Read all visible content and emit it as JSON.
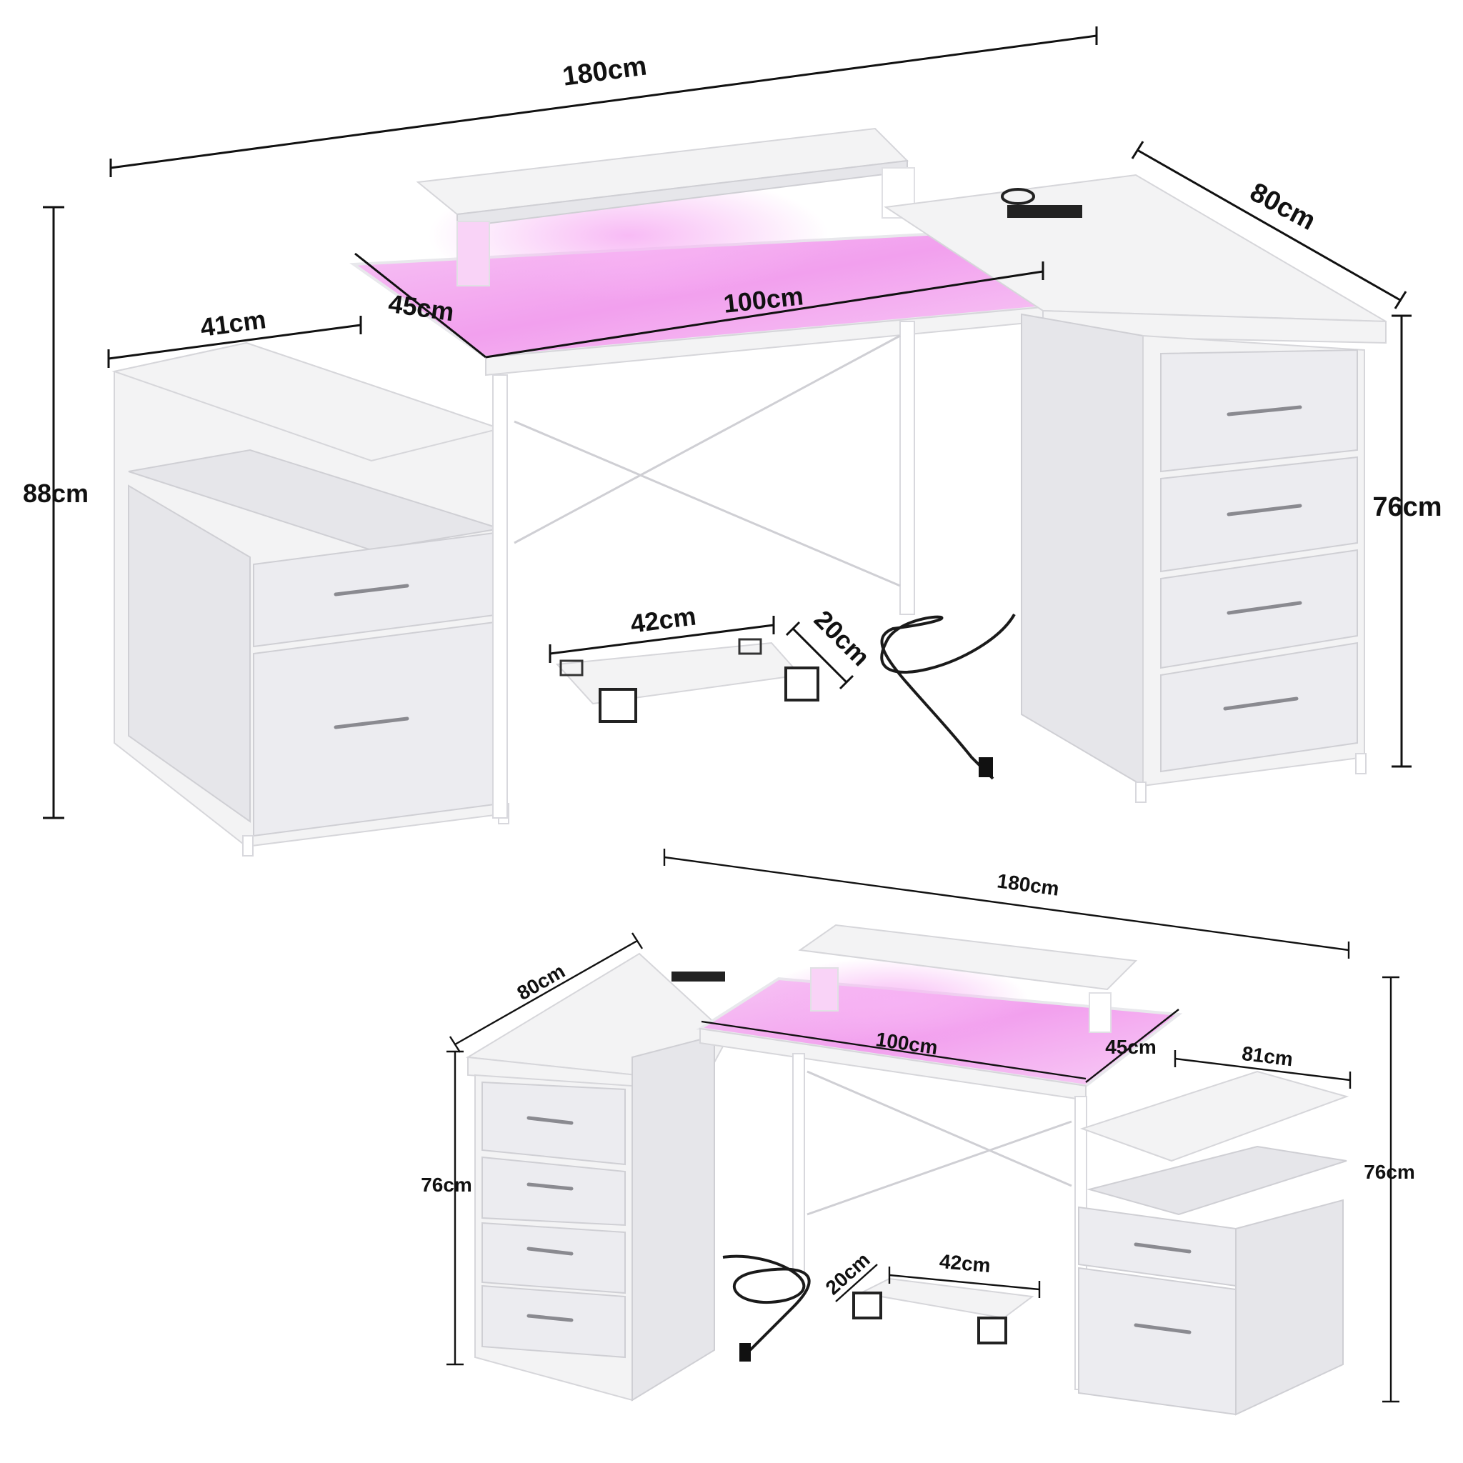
{
  "colors": {
    "desk_white": "#f3f3f4",
    "led_pink": "#f3a6f0",
    "dimension_line": "#111111"
  },
  "top_view": {
    "total_width": "180cm",
    "height": "88cm",
    "cabinet_width": "41cm",
    "desk_depth": "45cm",
    "desk_width": "100cm",
    "side_depth": "80cm",
    "desk_height": "76cm",
    "tray_width": "42cm",
    "tray_depth": "20cm"
  },
  "bottom_view": {
    "total_width": "180cm",
    "side_depth": "80cm",
    "desk_width": "100cm",
    "desk_depth": "45cm",
    "cabinet_width": "81cm",
    "left_height": "76cm",
    "right_height": "76cm",
    "tray_depth": "20cm",
    "tray_width": "42cm"
  }
}
